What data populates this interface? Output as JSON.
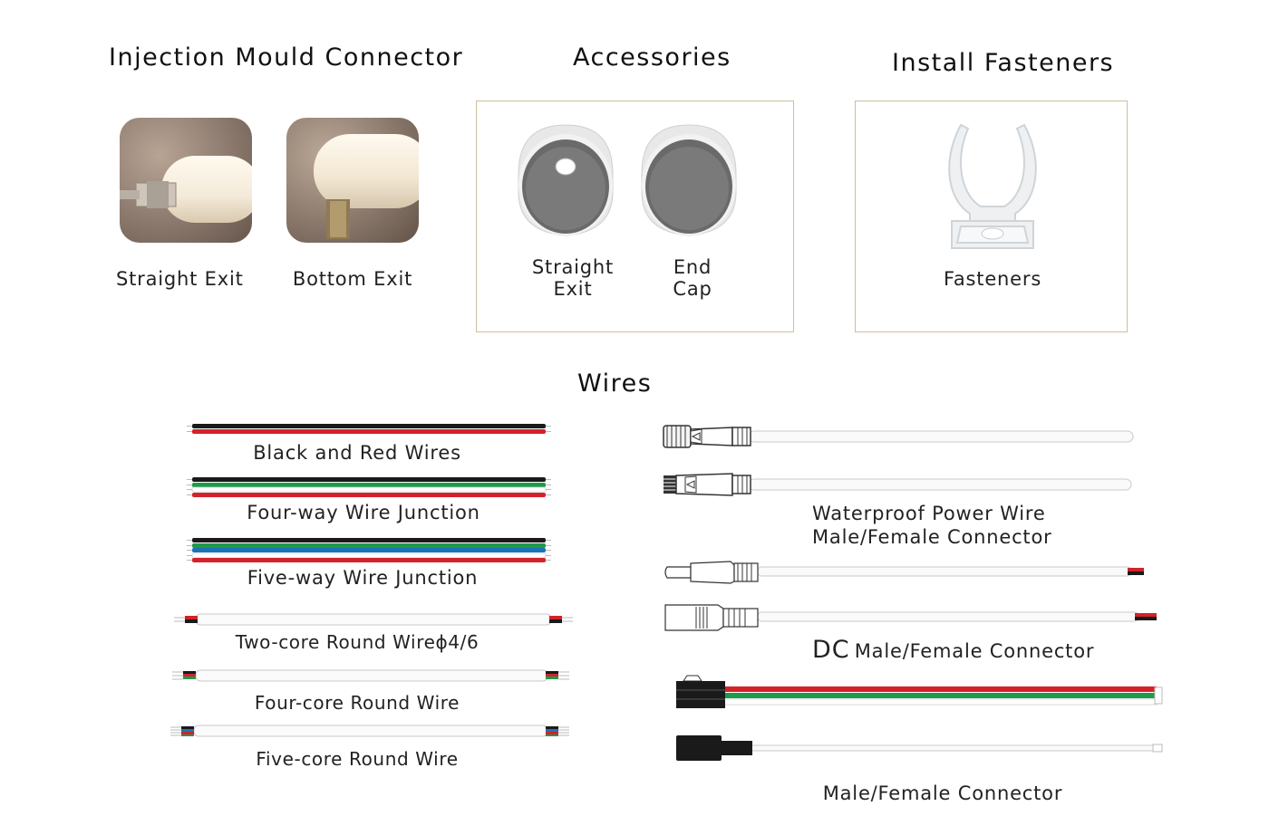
{
  "sections": {
    "injection": {
      "title": "Injection Mould Connector",
      "items": [
        "Straight Exit",
        "Bottom Exit"
      ]
    },
    "accessories": {
      "title": "Accessories",
      "items": [
        {
          "line1": "Straight",
          "line2": "Exit"
        },
        {
          "line1": "End",
          "line2": "Cap"
        }
      ]
    },
    "fasteners": {
      "title": "Install Fasteners",
      "item": "Fasteners"
    },
    "wires": {
      "title": "Wires",
      "left": [
        "Black and Red Wires",
        "Four-way Wire Junction",
        "Five-way Wire Junction",
        "Two-core Round Wireϕ4/6",
        "Four-core Round Wire",
        "Five-core Round Wire"
      ],
      "right": {
        "waterproof": {
          "line1": "Waterproof Power Wire",
          "line2": "Male/Female Connector"
        },
        "dc": {
          "prefix": "DC",
          "rest": "Male/Female Connector"
        },
        "mf": "Male/Female Connector"
      }
    }
  },
  "colors": {
    "frame": "#cdbf9c",
    "wire_black": "#1a1a1a",
    "wire_red": "#d3222a",
    "wire_green": "#1f9a4a",
    "wire_blue": "#1e73b8"
  }
}
